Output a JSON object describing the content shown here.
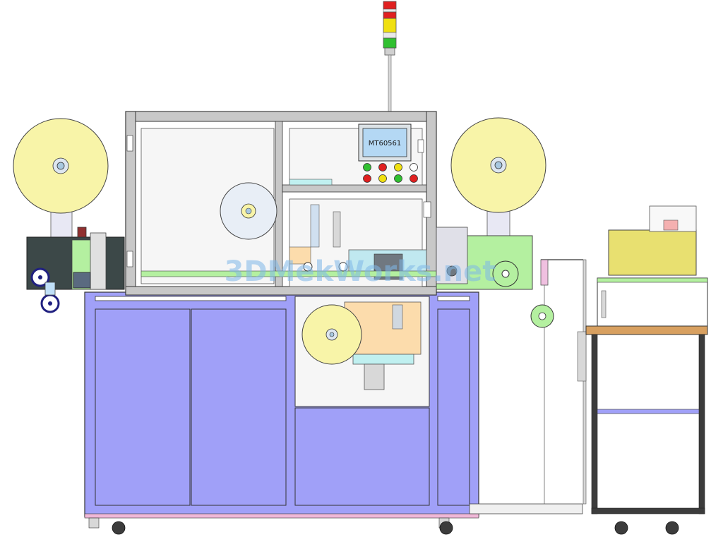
{
  "hmi": {
    "model_label": "MT60561"
  },
  "watermark": {
    "text": "3DMekWorks.net"
  },
  "colors": {
    "cabinet": "#a0a0f8",
    "spool": "#f8f4a8",
    "green_plate": "#b4f0a0",
    "dark_plate": "#3c4848",
    "frame": "#c8c8c8",
    "glass": "#f6f6f6",
    "table_top": "#d8a060",
    "box": "#e8e070",
    "orange_panel": "#fcdcac",
    "lamp_red": "#e02020",
    "lamp_yellow": "#f0e010",
    "lamp_green": "#30c030"
  },
  "control_buttons": [
    {
      "name": "green-button",
      "color": "#30c030"
    },
    {
      "name": "red-button",
      "color": "#e02020"
    },
    {
      "name": "yellow-button",
      "color": "#f0e010"
    },
    {
      "name": "white-button",
      "color": "#ffffff"
    },
    {
      "name": "red-button",
      "color": "#e02020"
    },
    {
      "name": "yellow-button",
      "color": "#f0e010"
    },
    {
      "name": "green-button",
      "color": "#30c030"
    },
    {
      "name": "emergency-stop-button",
      "color": "#e02020"
    }
  ]
}
